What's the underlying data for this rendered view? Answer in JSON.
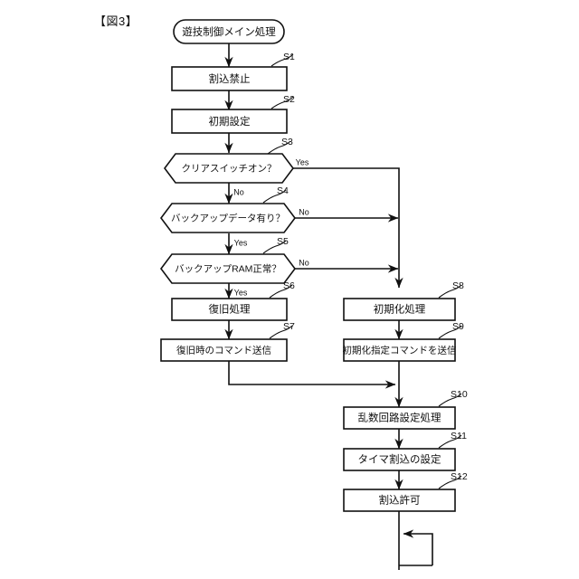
{
  "figure": {
    "label": "【図3】"
  },
  "flowchart": {
    "type": "flowchart",
    "nodes": [
      {
        "id": "start",
        "shape": "terminator",
        "text": "遊技制御メイン処理",
        "step": ""
      },
      {
        "id": "s1",
        "shape": "process",
        "text": "割込禁止",
        "step": "S1"
      },
      {
        "id": "s2",
        "shape": "process",
        "text": "初期設定",
        "step": "S2"
      },
      {
        "id": "s3",
        "shape": "decision",
        "text": "クリアスイッチオン？",
        "step": "S3"
      },
      {
        "id": "s4",
        "shape": "decision",
        "text": "バックアップデータ有り？",
        "step": "S4"
      },
      {
        "id": "s5",
        "shape": "decision",
        "text": "バックアップRAM正常？",
        "step": "S5"
      },
      {
        "id": "s6",
        "shape": "process",
        "text": "復旧処理",
        "step": "S6"
      },
      {
        "id": "s7",
        "shape": "process",
        "text": "復旧時のコマンド送信",
        "step": "S7"
      },
      {
        "id": "s8",
        "shape": "process",
        "text": "初期化処理",
        "step": "S8"
      },
      {
        "id": "s9",
        "shape": "process",
        "text": "初期化指定コマンドを送信",
        "step": "S9"
      },
      {
        "id": "s10",
        "shape": "process",
        "text": "乱数回路設定処理",
        "step": "S10"
      },
      {
        "id": "s11",
        "shape": "process",
        "text": "タイマ割込の設定",
        "step": "S11"
      },
      {
        "id": "s12",
        "shape": "process",
        "text": "割込許可",
        "step": "S12"
      }
    ],
    "edge_labels": {
      "s3_yes": "Yes",
      "s3_no": "No",
      "s4_no": "No",
      "s4_yes": "Yes",
      "s5_no": "No",
      "s5_yes": "Yes"
    },
    "colors": {
      "stroke": "#111111",
      "fill": "#ffffff",
      "background": "#ffffff"
    }
  }
}
